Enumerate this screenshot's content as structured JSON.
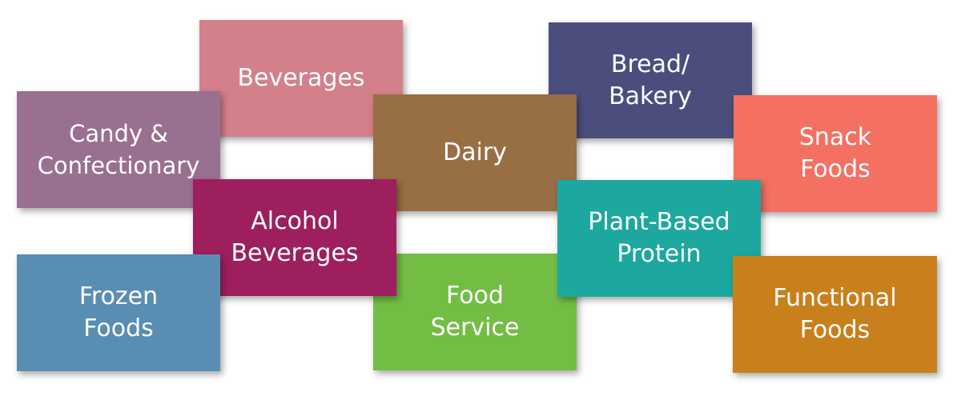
{
  "tiles": {
    "beverages": {
      "label": "Beverages",
      "color": "#D4808A"
    },
    "candy": {
      "label": "Candy &\nConfectionary",
      "color": "#99708F"
    },
    "bread": {
      "label": "Bread/\nBakery",
      "color": "#4B4E7D"
    },
    "dairy": {
      "label": "Dairy",
      "color": "#986E45"
    },
    "snack": {
      "label": "Snack\nFoods",
      "color": "#F47062"
    },
    "alcohol": {
      "label": "Alcohol\nBeverages",
      "color": "#9D1F5E"
    },
    "plant": {
      "label": "Plant-Based\nProtein",
      "color": "#1CA89E"
    },
    "frozen": {
      "label": "Frozen\nFoods",
      "color": "#5A8DB2"
    },
    "foodservice": {
      "label": "Food\nService",
      "color": "#74BD45"
    },
    "functional": {
      "label": "Functional\nFoods",
      "color": "#C8801D"
    }
  }
}
